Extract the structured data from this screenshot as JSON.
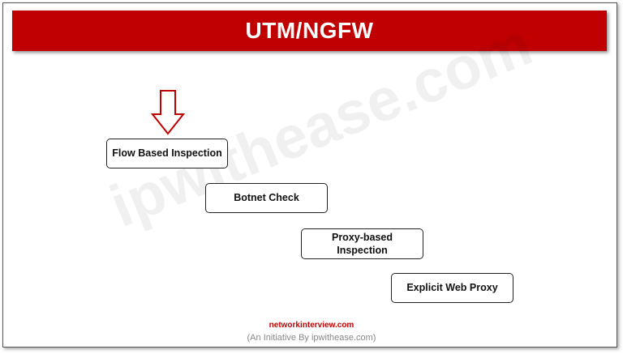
{
  "header": {
    "title": "UTM/NGFW"
  },
  "watermark": "ipwithease.com",
  "icons": {
    "pointer": "down-arrow-icon"
  },
  "steps": [
    {
      "label": "Flow Based Inspection"
    },
    {
      "label": "Botnet Check"
    },
    {
      "label": "Proxy-based\nInspection"
    },
    {
      "label": "Explicit Web Proxy"
    }
  ],
  "footer": {
    "brand": "networkinterview.com",
    "tagline": "(An Initiative By ipwithease.com)"
  },
  "colors": {
    "accent": "#c00000",
    "text": "#111111"
  }
}
